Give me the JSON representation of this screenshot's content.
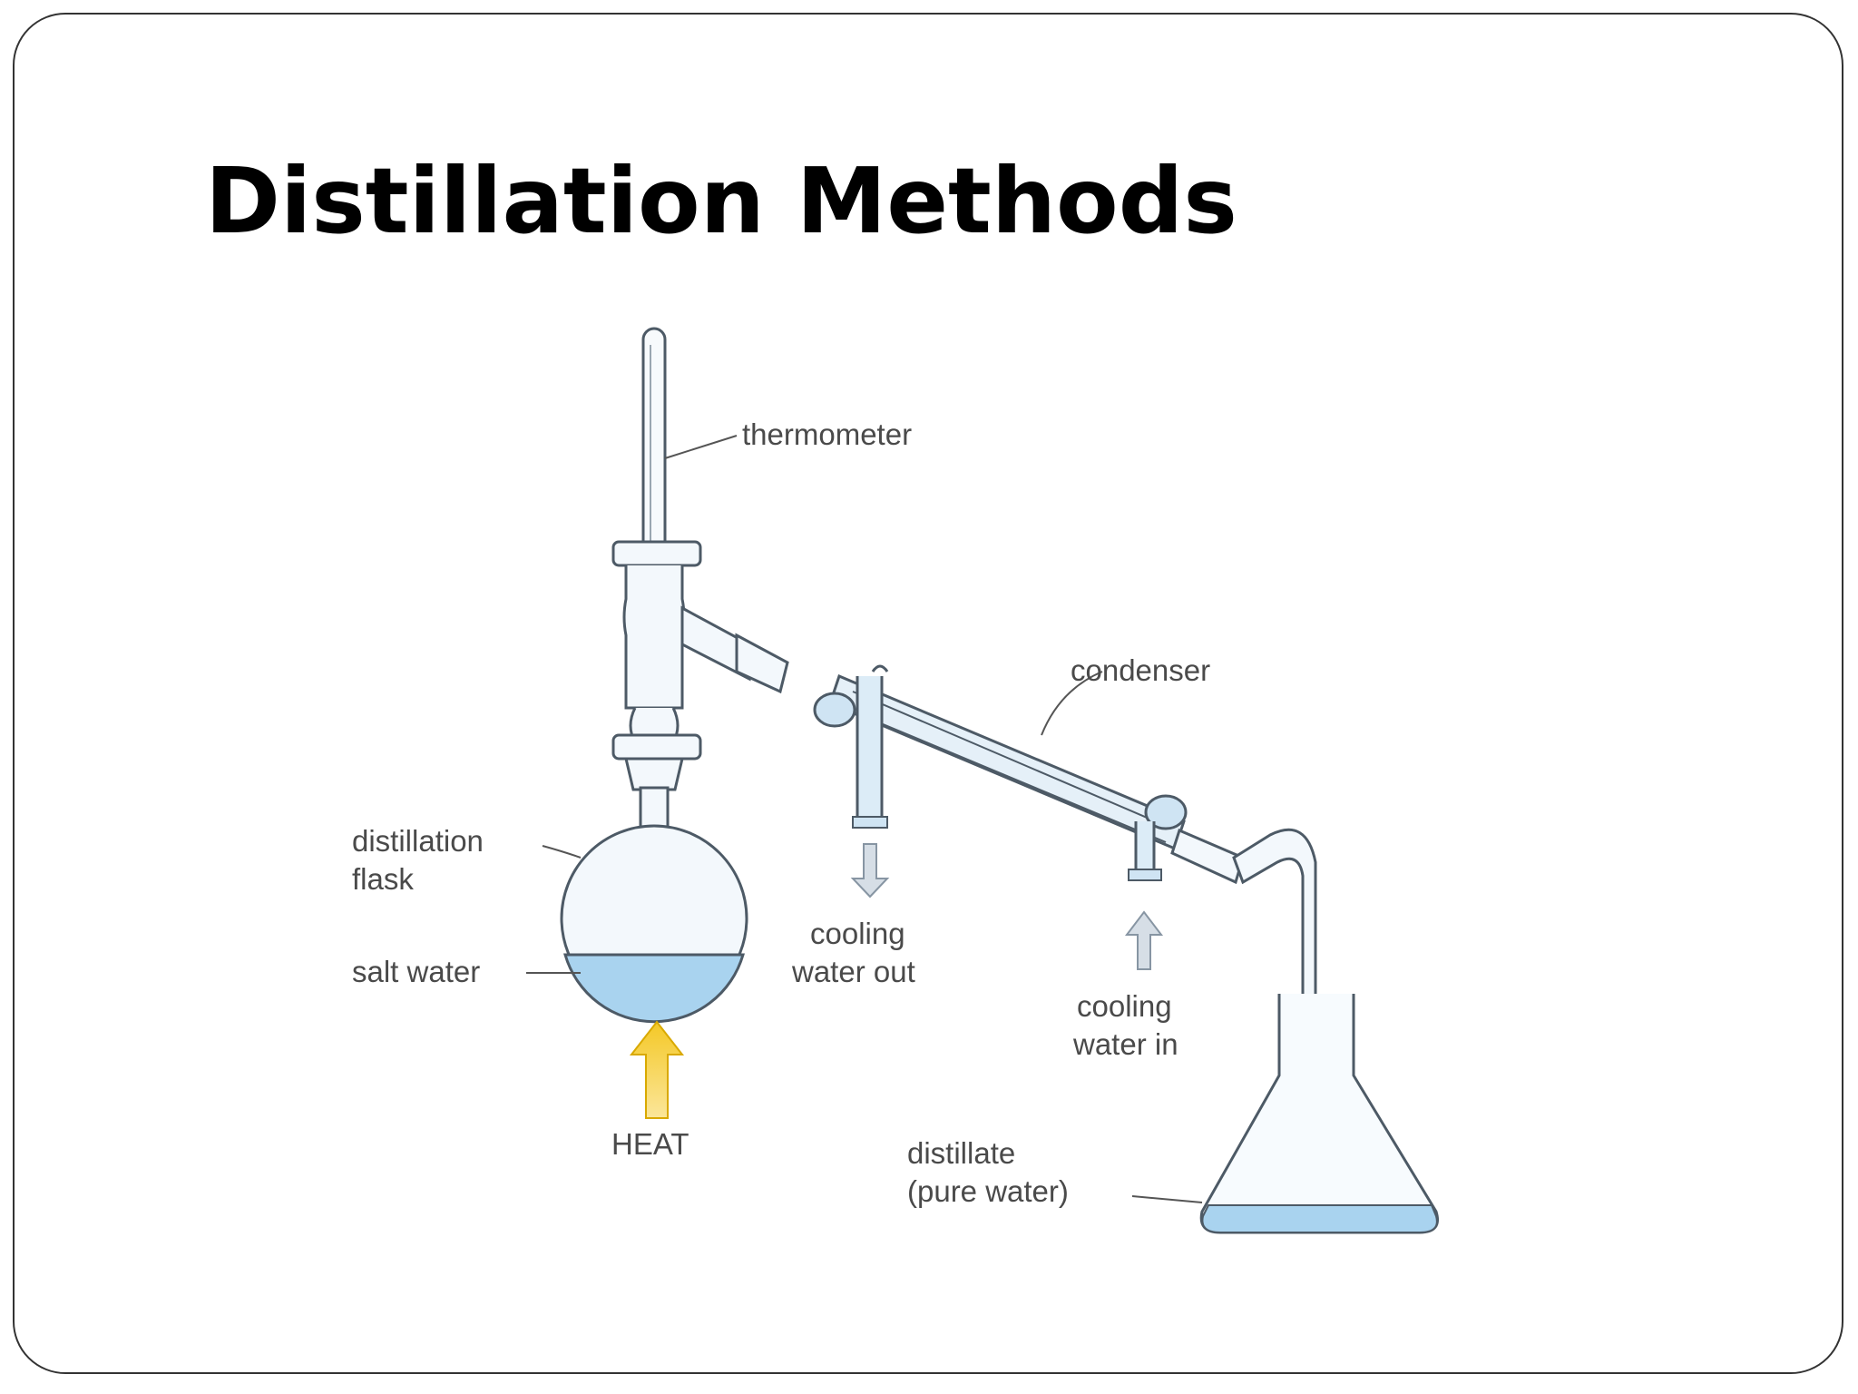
{
  "slide": {
    "title": "Distillation Methods"
  },
  "diagram": {
    "labels": {
      "thermometer": "thermometer",
      "condenser": "condenser",
      "flask_line1": "distillation",
      "flask_line2": "flask",
      "salt_water": "salt water",
      "cooling_out_line1": "cooling",
      "cooling_out_line2": "water out",
      "cooling_in_line1": "cooling",
      "cooling_in_line2": "water in",
      "heat": "HEAT",
      "distillate_line1": "distillate",
      "distillate_line2": "(pure water)"
    },
    "colors": {
      "water": "#a9d3ef",
      "heat_arrow": "#f2c21b",
      "water_arrow": "#c7d2dc",
      "glass_outline": "#4d5a66",
      "label_text": "#4a4a4a"
    }
  }
}
